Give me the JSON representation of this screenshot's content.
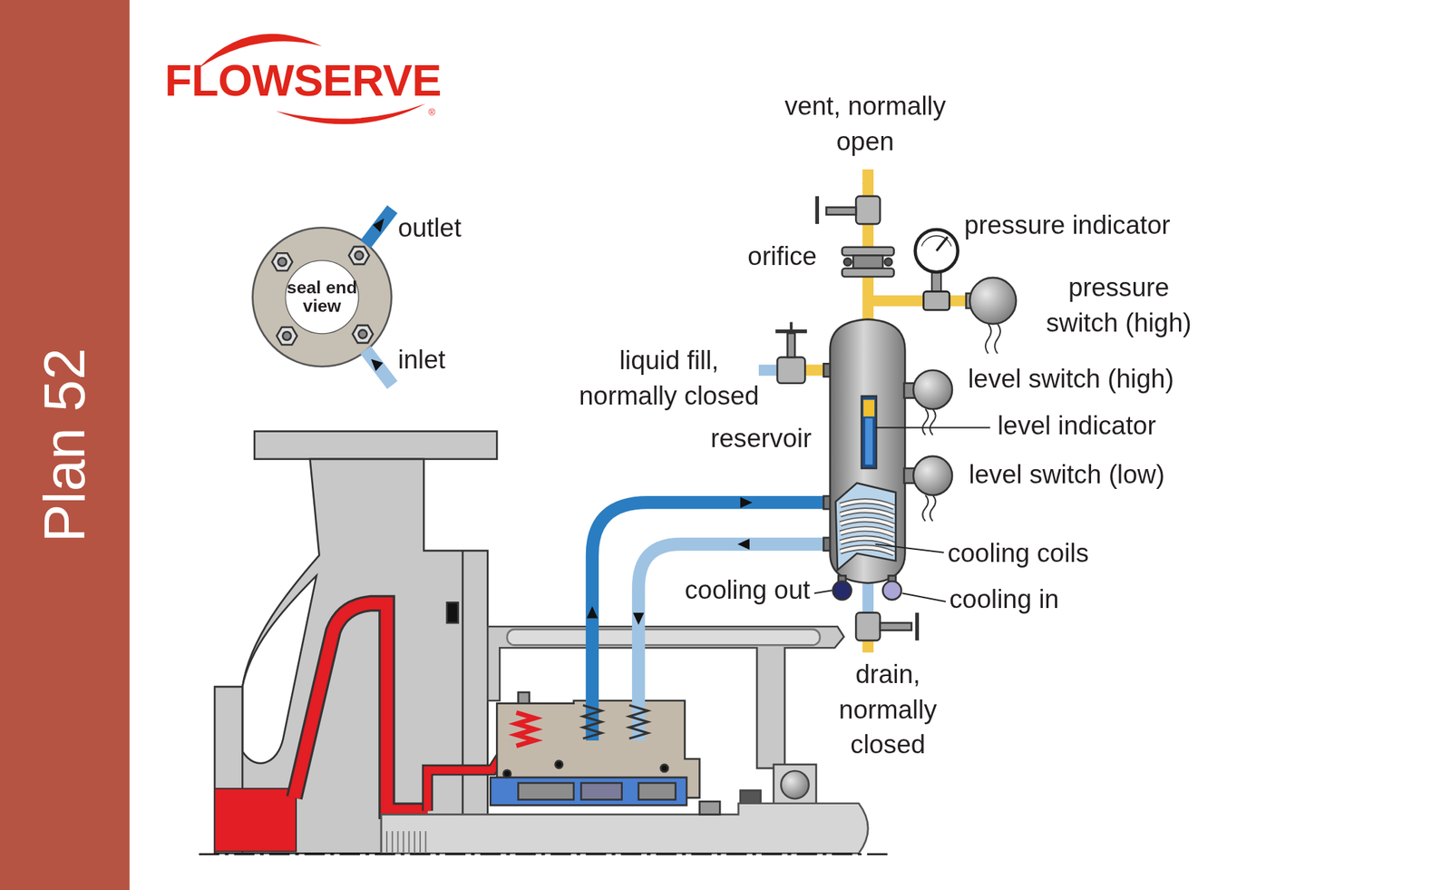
{
  "diagram": {
    "title": "Plan 52",
    "nodes": [
      {
        "text": [
          "seal end view"
        ]
      }
    ],
    "labels": [
      "FLOWSERVE",
      "®",
      "outlet",
      "inlet",
      "vent, normally open",
      "orifice",
      "pressure indicator",
      "pressure switch (high)",
      "liquid fill, normally closed",
      "reservoir",
      "level switch (high)",
      "level indicator",
      "level switch (low)",
      "cooling coils",
      "cooling out",
      "cooling in",
      "drain, normally closed"
    ]
  }
}
